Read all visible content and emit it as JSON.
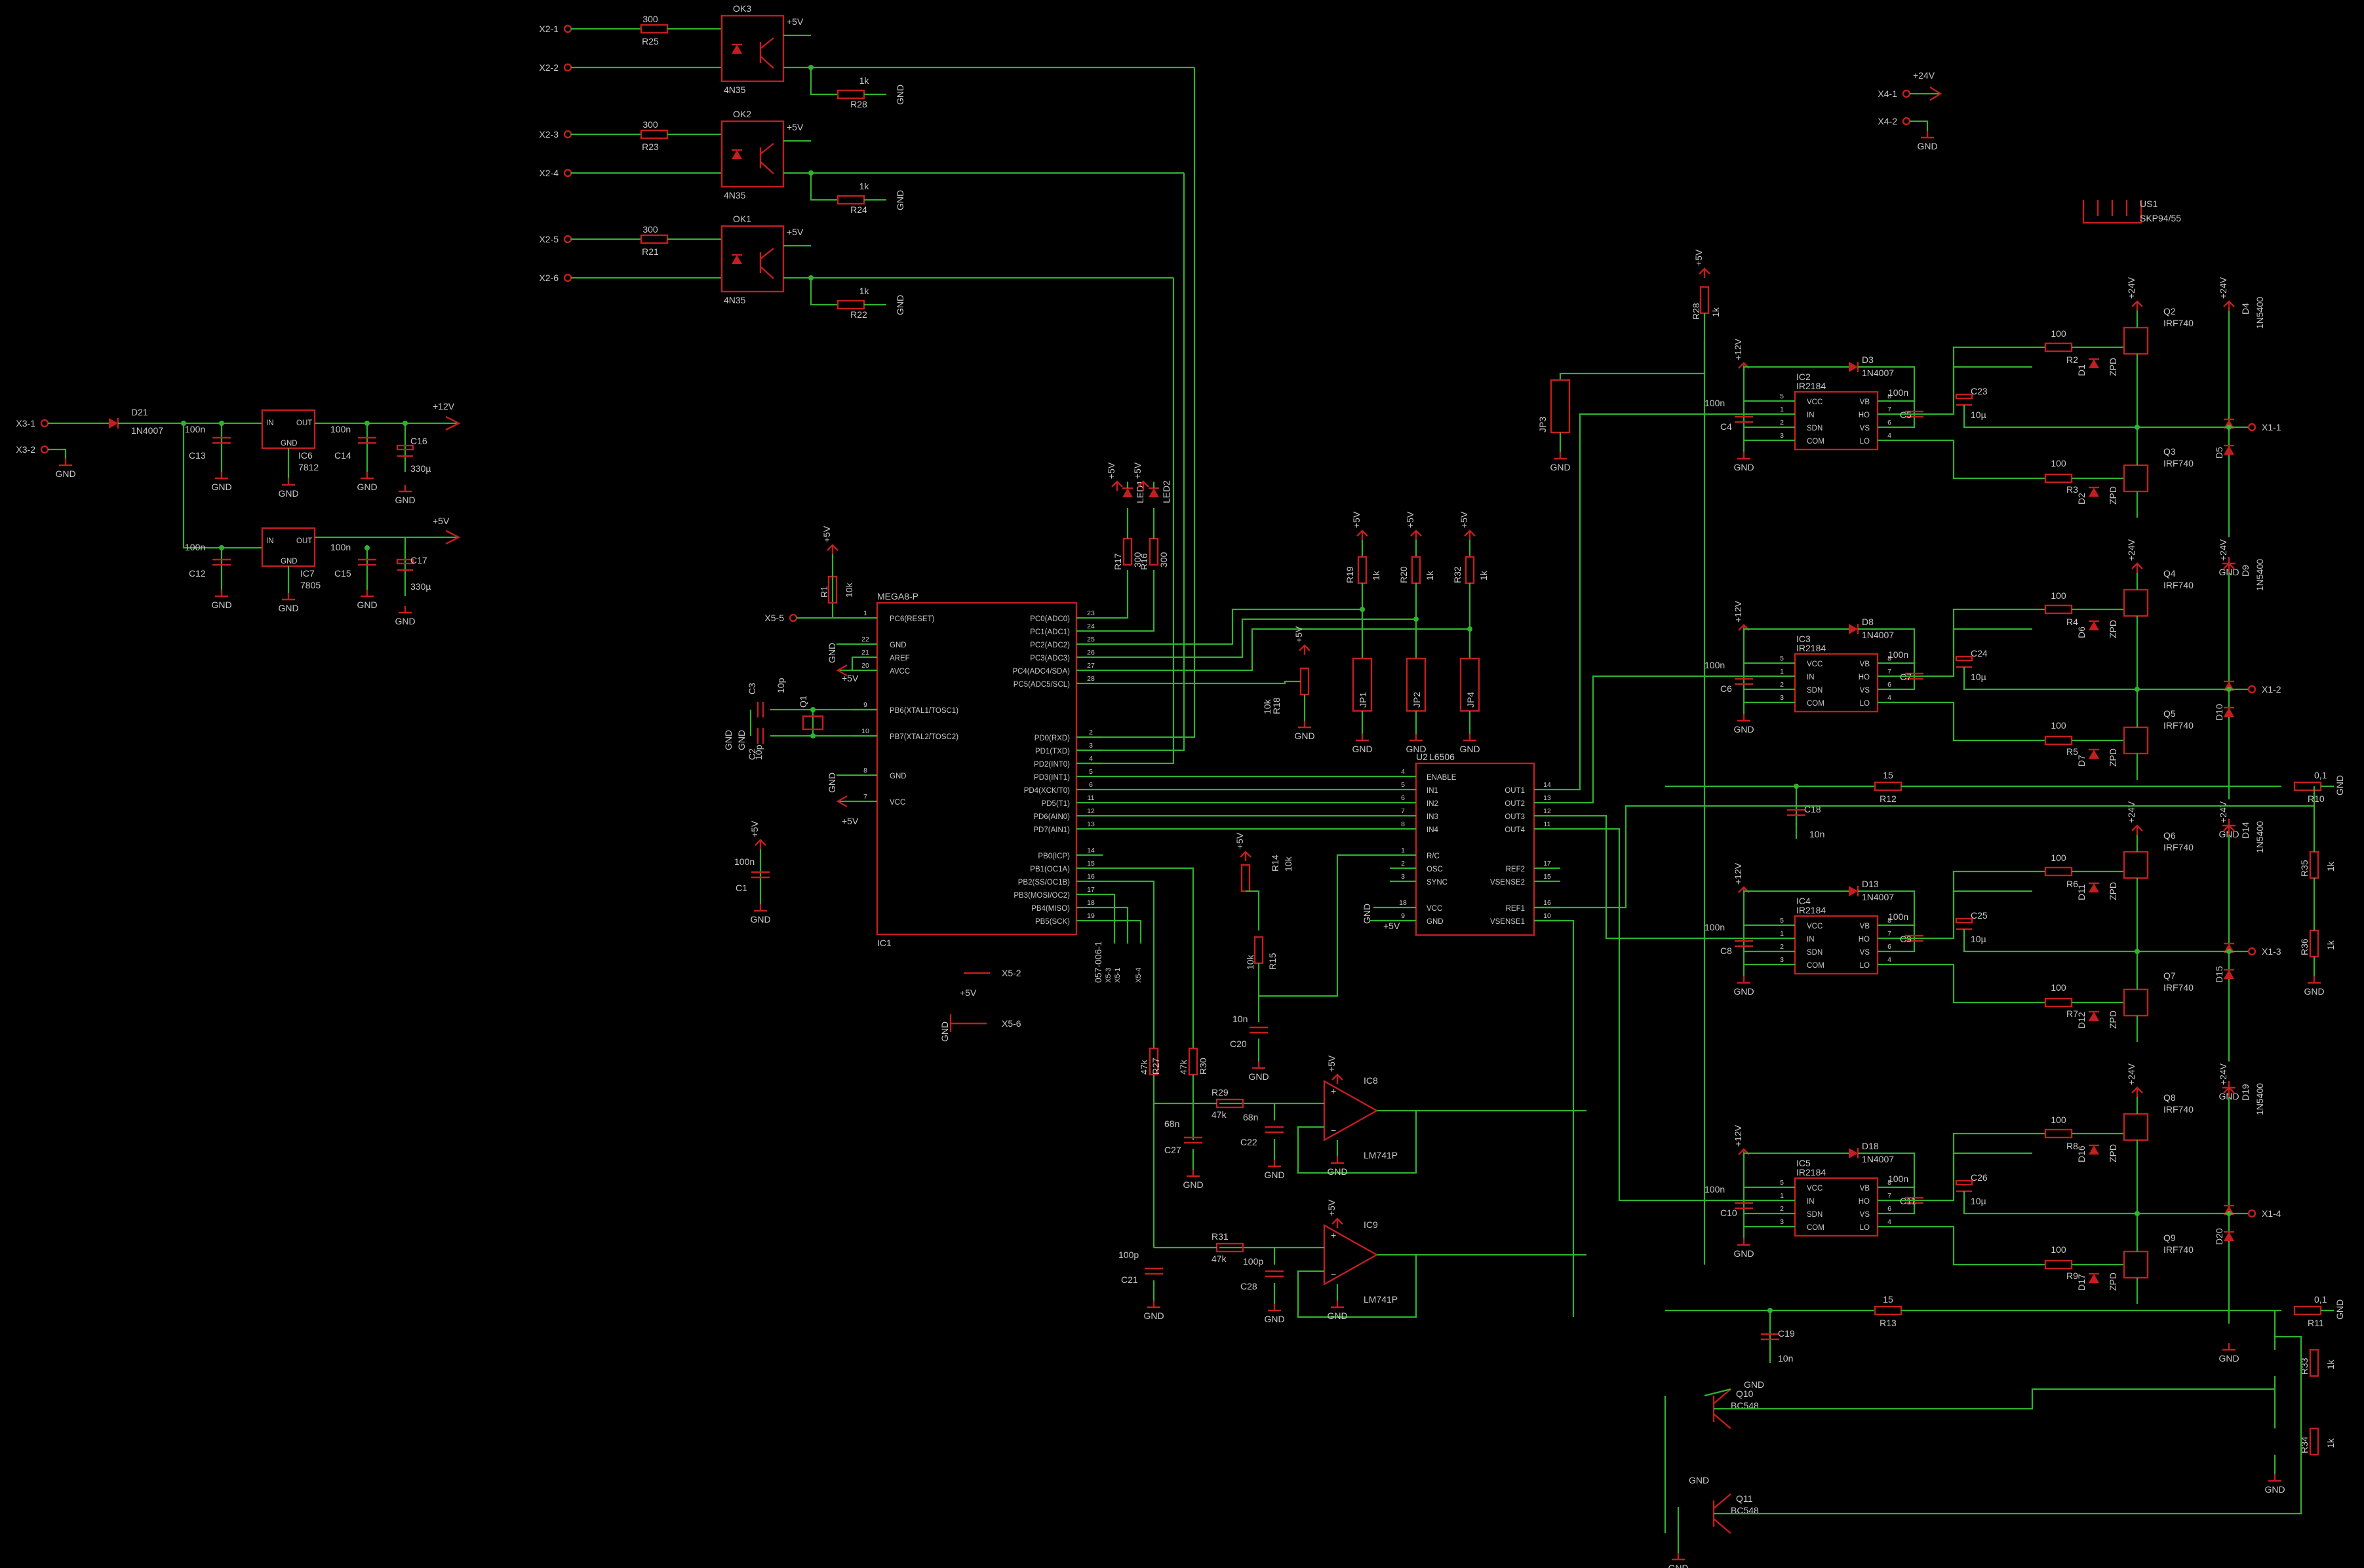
{
  "colors": {
    "background": "#000000",
    "wire": "#2fb32f",
    "symbol": "#c41e1e",
    "text": "#c8c8c8"
  },
  "connectors": {
    "x2_1": "X2-1",
    "x2_2": "X2-2",
    "x2_3": "X2-3",
    "x2_4": "X2-4",
    "x2_5": "X2-5",
    "x2_6": "X2-6",
    "x3_1": "X3-1",
    "x3_2": "X3-2",
    "x4_1": "X4-1",
    "x4_2": "X4-2",
    "x1_1": "X1-1",
    "x1_2": "X1-2",
    "x1_3": "X1-3",
    "x1_4": "X1-4",
    "x5_5": "X5-5",
    "x5_2": "X5-2",
    "x5_6": "X5-6"
  },
  "opto": {
    "ok3": "OK3",
    "ok2": "OK2",
    "ok1": "OK1",
    "type": "4N35",
    "r25": "R25",
    "r23": "R23",
    "r21": "R21",
    "r_val": "300",
    "r28": "R28",
    "r24": "R24",
    "r22": "R22",
    "pull_val": "1k"
  },
  "power": {
    "d21": "D21",
    "d21_val": "1N4007",
    "ic6": "IC6",
    "ic6_val": "7812",
    "ic7": "IC7",
    "ic7_val": "7805",
    "c13": "C13",
    "c14": "C14",
    "c16": "C16",
    "c12": "C12",
    "c15": "C15",
    "c17": "C17",
    "cap100n": "100n",
    "cap330u": "330µ",
    "in": "IN",
    "out": "OUT",
    "gnd": "GND",
    "v12": "+12V",
    "v5": "+5V",
    "v24": "+24V"
  },
  "mcu": {
    "name": "MEGA8-P",
    "ref": "IC1",
    "left_pins": [
      {
        "num": "1",
        "name": "PC6(RESET)"
      },
      {
        "num": "22",
        "name": "GND"
      },
      {
        "num": "21",
        "name": "AREF"
      },
      {
        "num": "20",
        "name": "AVCC"
      },
      {
        "num": "9",
        "name": "PB6(XTAL1/TOSC1)"
      },
      {
        "num": "10",
        "name": "PB7(XTAL2/TOSC2)"
      },
      {
        "num": "8",
        "name": "GND"
      },
      {
        "num": "7",
        "name": "VCC"
      }
    ],
    "right_pins": [
      {
        "num": "23",
        "name": "PC0(ADC0)"
      },
      {
        "num": "24",
        "name": "PC1(ADC1)"
      },
      {
        "num": "25",
        "name": "PC2(ADC2)"
      },
      {
        "num": "26",
        "name": "PC3(ADC3)"
      },
      {
        "num": "27",
        "name": "PC4(ADC4/SDA)"
      },
      {
        "num": "28",
        "name": "PC5(ADC5/SCL)"
      },
      {
        "num": "2",
        "name": "PD0(RXD)"
      },
      {
        "num": "3",
        "name": "PD1(TXD)"
      },
      {
        "num": "4",
        "name": "PD2(INT0)"
      },
      {
        "num": "5",
        "name": "PD3(INT1)"
      },
      {
        "num": "6",
        "name": "PD4(XCK/T0)"
      },
      {
        "num": "11",
        "name": "PD5(T1)"
      },
      {
        "num": "12",
        "name": "PD6(AIN0)"
      },
      {
        "num": "13",
        "name": "PD7(AIN1)"
      },
      {
        "num": "14",
        "name": "PB0(ICP)"
      },
      {
        "num": "15",
        "name": "PB1(OC1A)"
      },
      {
        "num": "16",
        "name": "PB2(SS/OC1B)"
      },
      {
        "num": "17",
        "name": "PB3(MOSI/OC2)"
      },
      {
        "num": "18",
        "name": "PB4(MISO)"
      },
      {
        "num": "19",
        "name": "PB5(SCK)"
      }
    ],
    "q1": "Q1",
    "c3": "C3",
    "c2": "C2",
    "c3_val": "10p",
    "c2_val": "10p",
    "r1": "R1",
    "r1_val": "10k",
    "c1": "C1",
    "c1_val": "100n",
    "isp": "057-006-1",
    "isp_pins": [
      "X5-3",
      "X5-1",
      "X5-4"
    ]
  },
  "led": {
    "led1": "LED1",
    "led2": "LED2",
    "r17": "R17",
    "r16": "R16",
    "r_val": "300"
  },
  "jumpers": {
    "r19": "R19",
    "r20": "R20",
    "r32": "R32",
    "r_val": "1k",
    "jp1": "JP1",
    "jp2": "JP2",
    "jp4": "JP4",
    "jp3": "JP3",
    "r18": "R18",
    "r18_val": "10k",
    "r28b": "R28",
    "r28b_val": "1k"
  },
  "driver": {
    "ref": "U2",
    "name": "L6506",
    "left_pins": [
      {
        "num": "4",
        "name": "ENABLE"
      },
      {
        "num": "5",
        "name": "IN1"
      },
      {
        "num": "6",
        "name": "IN2"
      },
      {
        "num": "7",
        "name": "IN3"
      },
      {
        "num": "8",
        "name": "IN4"
      },
      {
        "num": "1",
        "name": "R/C"
      },
      {
        "num": "2",
        "name": "OSC"
      },
      {
        "num": "3",
        "name": "SYNC"
      },
      {
        "num": "18",
        "name": "VCC"
      },
      {
        "num": "9",
        "name": "GND"
      }
    ],
    "right_pins": [
      {
        "num": "14",
        "name": "OUT1"
      },
      {
        "num": "13",
        "name": "OUT2"
      },
      {
        "num": "12",
        "name": "OUT3"
      },
      {
        "num": "11",
        "name": "OUT4"
      },
      {
        "num": "17",
        "name": "REF2"
      },
      {
        "num": "15",
        "name": "VSENSE2"
      },
      {
        "num": "16",
        "name": "REF1"
      },
      {
        "num": "10",
        "name": "VSENSE1"
      }
    ],
    "r14": "R14",
    "r14_val": "10k",
    "r15": "R15",
    "r15_val": "10k",
    "c20": "C20",
    "c20_val": "10n"
  },
  "opamp": {
    "ic8": "IC8",
    "ic9": "IC9",
    "type": "LM741P",
    "r27": "R27",
    "r30": "R30",
    "r27_val": "47k",
    "r30_val": "47k",
    "r29": "R29",
    "r31": "R31",
    "r29_val": "47k",
    "r31_val": "47k",
    "c27": "C27",
    "c27_val": "68n",
    "c22": "C22",
    "c22_val": "68n",
    "c21": "C21",
    "c21_val": "100p",
    "c28": "C28",
    "c28_val": "100p"
  },
  "bridge": {
    "stages": [
      {
        "ic": "IC2",
        "d": "D3",
        "cin": "C4",
        "cboot": "C5",
        "cel": "C23",
        "qh": "Q2",
        "ql": "Q3",
        "rh": "R2",
        "rl": "R3",
        "zh": "D1",
        "zl": "D2",
        "dh": "D4",
        "dl": "D5",
        "out": "X1-1"
      },
      {
        "ic": "IC3",
        "d": "D8",
        "cin": "C6",
        "cboot": "C7",
        "cel": "C24",
        "qh": "Q4",
        "ql": "Q5",
        "rh": "R4",
        "rl": "R5",
        "zh": "D6",
        "zl": "D7",
        "dh": "D9",
        "dl": "D10",
        "out": "X1-2"
      },
      {
        "ic": "IC4",
        "d": "D13",
        "cin": "C8",
        "cboot": "C9",
        "cel": "C25",
        "qh": "Q6",
        "ql": "Q7",
        "rh": "R6",
        "rl": "R7",
        "zh": "D11",
        "zl": "D12",
        "dh": "D14",
        "dl": "D15",
        "out": "X1-3"
      },
      {
        "ic": "IC5",
        "d": "D18",
        "cin": "C10",
        "cboot": "C11",
        "cel": "C26",
        "qh": "Q8",
        "ql": "Q9",
        "rh": "R8",
        "rl": "R9",
        "zh": "D16",
        "zl": "D17",
        "dh": "D19",
        "dl": "D20",
        "out": "X1-4"
      }
    ],
    "ic_type": "IR2184",
    "d_type": "1N4007",
    "q_type": "IRF740",
    "zpd": "ZPD",
    "fw": "1N5400",
    "r_gate": "100",
    "c100n": "100n",
    "c10u": "10µ",
    "ic_pins": {
      "vcc": "VCC",
      "in": "IN",
      "sdn": "SDN",
      "com": "COM",
      "vb": "VB",
      "ho": "HO",
      "vs": "VS",
      "lo": "LO"
    },
    "r12": "R12",
    "r13": "R13",
    "r15ohm": "15",
    "r10": "R10",
    "r11": "R11",
    "shunt": "0,1",
    "c18": "C18",
    "c19": "C19",
    "c10n": "10n",
    "r35": "R35",
    "r36": "R36",
    "r33": "R33",
    "r34": "R34",
    "r1k": "1k",
    "q10": "Q10",
    "q11": "Q11",
    "bc548": "BC548",
    "heatsink": "US1",
    "heatsink_val": "SKP94/55"
  }
}
